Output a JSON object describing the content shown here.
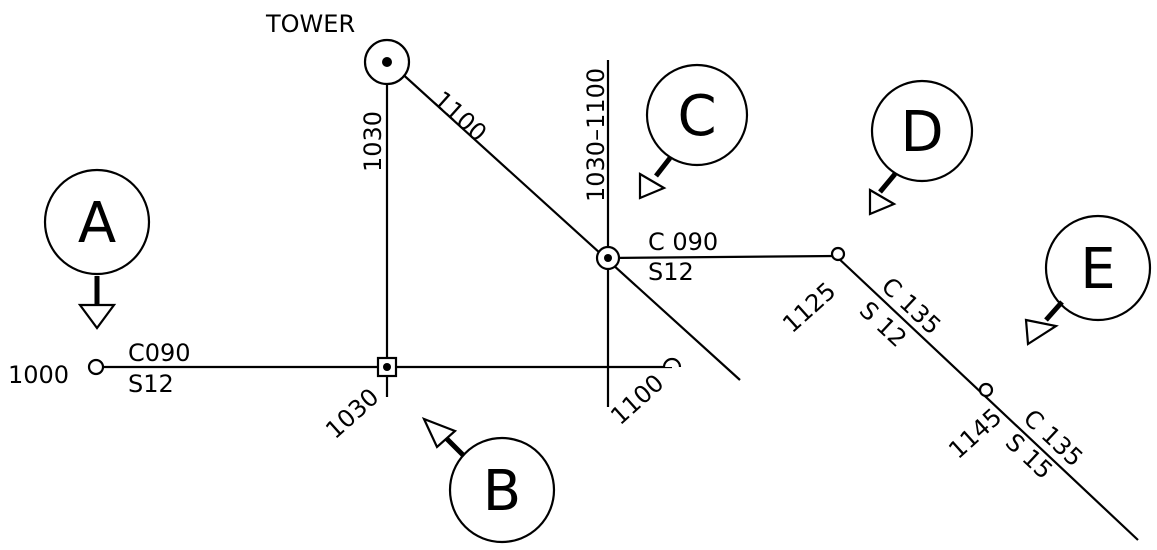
{
  "labels": {
    "tower": "TOWER",
    "t1000": "1000",
    "t1030_radial": "1030",
    "t1030_fix": "1030",
    "t1100_diag": "1100",
    "t1100_end": "1100",
    "t1030_1100": "1030–1100",
    "t1125": "1125",
    "t1145": "1145",
    "leg1_course": "C090",
    "leg1_speed": "S12",
    "leg2_course": "C 090",
    "leg2_speed": "S12",
    "leg3_course": "C 135",
    "leg3_speed": "S 12",
    "leg4_course": "C 135",
    "leg4_speed": "S 15"
  },
  "callouts": {
    "a": "A",
    "b": "B",
    "c": "C",
    "d": "D",
    "e": "E"
  }
}
